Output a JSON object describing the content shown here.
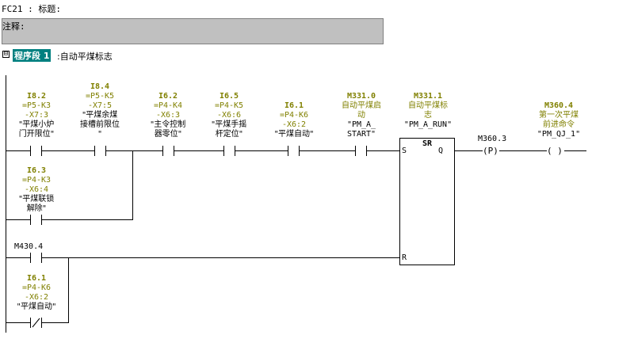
{
  "block": {
    "header": "FC21 : 标题:",
    "comment_label": "注释:"
  },
  "network": {
    "expand_icon": "⊟",
    "number": "程序段 1",
    "title": ":自动平煤标志"
  },
  "contacts": [
    {
      "id": "I8.2",
      "lines": [
        "=P5-K3",
        "-X7:3",
        "\"平煤小炉",
        "门开限位\""
      ]
    },
    {
      "id": "I8.4",
      "lines": [
        "=P5-K5",
        "-X7:5",
        "\"平煤余煤",
        "接槽前限位",
        "\""
      ]
    },
    {
      "id": "I6.2",
      "lines": [
        "=P4-K4",
        "-X6:3",
        "\"主令控制",
        "器零位\""
      ]
    },
    {
      "id": "I6.5",
      "lines": [
        "=P4-K5",
        "-X6:6",
        "\"平煤手摇",
        "杆定位\""
      ]
    },
    {
      "id": "I6.1",
      "lines": [
        "=P4-K6",
        "-X6:2",
        "\"平煤自动\""
      ]
    },
    {
      "id": "M331.0",
      "lines": [
        "自动平煤启",
        "动",
        "\"PM_A_",
        "START\""
      ]
    },
    {
      "id": "I6.3",
      "lines": [
        "=P4-K3",
        "-X6:4",
        "\"平煤联锁",
        "解除\""
      ]
    },
    {
      "id": "M430.4",
      "lines": []
    },
    {
      "id": "I6.1",
      "lines": [
        "=P4-K6",
        "-X6:2",
        "\"平煤自动\""
      ]
    }
  ],
  "sr_block": {
    "id": "M331.1",
    "lines": [
      "自动平煤标",
      "志",
      "\"PM_A_RUN\""
    ],
    "title": "SR",
    "s": "S",
    "q": "Q",
    "r": "R"
  },
  "pcoil": {
    "addr": "M360.3",
    "sym": "(P)"
  },
  "coil": {
    "id": "M360.4",
    "lines": [
      "第一次平煤",
      "前进命令",
      "\"PM_QJ_1\""
    ],
    "sym": "( )"
  }
}
